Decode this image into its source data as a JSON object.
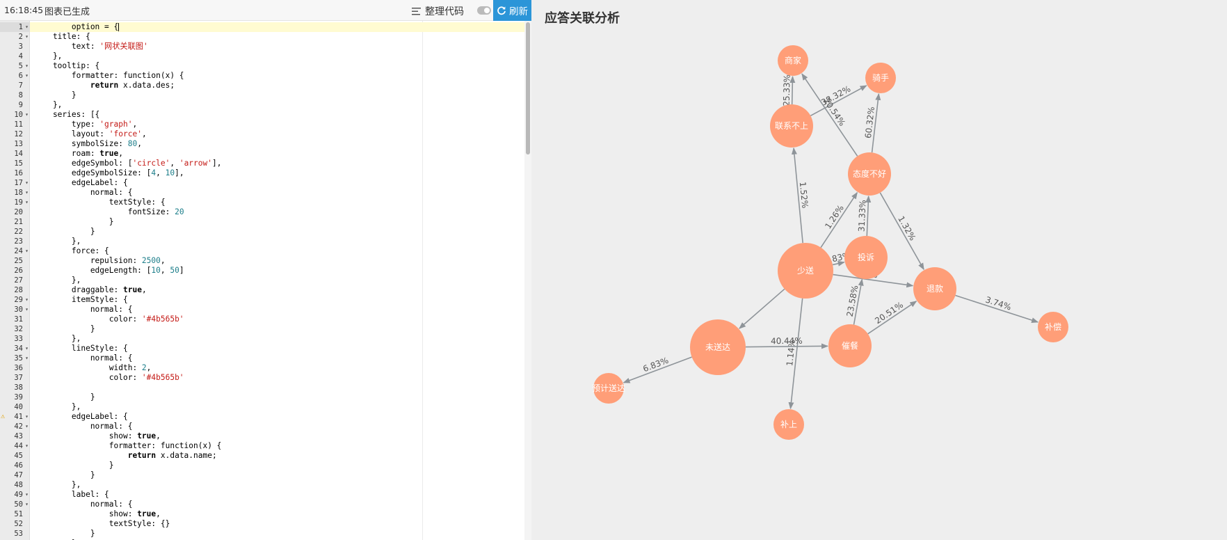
{
  "toolbar": {
    "time": "16:18:45",
    "status": "图表已生成",
    "format_label": "整理代码",
    "refresh_label": "刷新"
  },
  "editor": {
    "lines": [
      [
        {
          "t": "        option = {"
        }
      ],
      [
        {
          "t": "    title: {"
        }
      ],
      [
        {
          "t": "        text: "
        },
        {
          "t": "'网状关联图'",
          "c": "s"
        }
      ],
      [
        {
          "t": "    },"
        }
      ],
      [
        {
          "t": "    tooltip: {"
        }
      ],
      [
        {
          "t": "        formatter: function(x) {"
        }
      ],
      [
        {
          "t": "            "
        },
        {
          "t": "return",
          "c": "k"
        },
        {
          "t": " x.data.des;"
        }
      ],
      [
        {
          "t": "        }"
        }
      ],
      [
        {
          "t": "    },"
        }
      ],
      [
        {
          "t": "    series: [{"
        }
      ],
      [
        {
          "t": "        type: "
        },
        {
          "t": "'graph'",
          "c": "s"
        },
        {
          "t": ","
        }
      ],
      [
        {
          "t": "        layout: "
        },
        {
          "t": "'force'",
          "c": "s"
        },
        {
          "t": ","
        }
      ],
      [
        {
          "t": "        symbolSize: "
        },
        {
          "t": "80",
          "c": "n"
        },
        {
          "t": ","
        }
      ],
      [
        {
          "t": "        roam: "
        },
        {
          "t": "true",
          "c": "k"
        },
        {
          "t": ","
        }
      ],
      [
        {
          "t": "        edgeSymbol: ["
        },
        {
          "t": "'circle'",
          "c": "s"
        },
        {
          "t": ", "
        },
        {
          "t": "'arrow'",
          "c": "s"
        },
        {
          "t": "],"
        }
      ],
      [
        {
          "t": "        edgeSymbolSize: ["
        },
        {
          "t": "4",
          "c": "n"
        },
        {
          "t": ", "
        },
        {
          "t": "10",
          "c": "n"
        },
        {
          "t": "],"
        }
      ],
      [
        {
          "t": "        edgeLabel: {"
        }
      ],
      [
        {
          "t": "            normal: {"
        }
      ],
      [
        {
          "t": "                textStyle: {"
        }
      ],
      [
        {
          "t": "                    fontSize: "
        },
        {
          "t": "20",
          "c": "n"
        }
      ],
      [
        {
          "t": "                }"
        }
      ],
      [
        {
          "t": "            }"
        }
      ],
      [
        {
          "t": "        },"
        }
      ],
      [
        {
          "t": "        force: {"
        }
      ],
      [
        {
          "t": "            repulsion: "
        },
        {
          "t": "2500",
          "c": "n"
        },
        {
          "t": ","
        }
      ],
      [
        {
          "t": "            edgeLength: ["
        },
        {
          "t": "10",
          "c": "n"
        },
        {
          "t": ", "
        },
        {
          "t": "50",
          "c": "n"
        },
        {
          "t": "]"
        }
      ],
      [
        {
          "t": "        },"
        }
      ],
      [
        {
          "t": "        draggable: "
        },
        {
          "t": "true",
          "c": "k"
        },
        {
          "t": ","
        }
      ],
      [
        {
          "t": "        itemStyle: {"
        }
      ],
      [
        {
          "t": "            normal: {"
        }
      ],
      [
        {
          "t": "                color: "
        },
        {
          "t": "'#4b565b'",
          "c": "s"
        }
      ],
      [
        {
          "t": "            }"
        }
      ],
      [
        {
          "t": "        },"
        }
      ],
      [
        {
          "t": "        lineStyle: {"
        }
      ],
      [
        {
          "t": "            normal: {"
        }
      ],
      [
        {
          "t": "                width: "
        },
        {
          "t": "2",
          "c": "n"
        },
        {
          "t": ","
        }
      ],
      [
        {
          "t": "                color: "
        },
        {
          "t": "'#4b565b'",
          "c": "s"
        }
      ],
      [
        {
          "t": ""
        }
      ],
      [
        {
          "t": "            }"
        }
      ],
      [
        {
          "t": "        },"
        }
      ],
      [
        {
          "t": "        edgeLabel: {"
        }
      ],
      [
        {
          "t": "            normal: {"
        }
      ],
      [
        {
          "t": "                show: "
        },
        {
          "t": "true",
          "c": "k"
        },
        {
          "t": ","
        }
      ],
      [
        {
          "t": "                formatter: function(x) {"
        }
      ],
      [
        {
          "t": "                    "
        },
        {
          "t": "return",
          "c": "k"
        },
        {
          "t": " x.data.name;"
        }
      ],
      [
        {
          "t": "                }"
        }
      ],
      [
        {
          "t": "            }"
        }
      ],
      [
        {
          "t": "        },"
        }
      ],
      [
        {
          "t": "        label: {"
        }
      ],
      [
        {
          "t": "            normal: {"
        }
      ],
      [
        {
          "t": "                show: "
        },
        {
          "t": "true",
          "c": "k"
        },
        {
          "t": ","
        }
      ],
      [
        {
          "t": "                textStyle: {}"
        }
      ],
      [
        {
          "t": "            }"
        }
      ],
      [
        {
          "t": "        }"
        }
      ]
    ],
    "fold_lines": [
      1,
      2,
      5,
      6,
      10,
      17,
      18,
      19,
      24,
      29,
      30,
      34,
      35,
      41,
      42,
      44,
      49,
      50
    ],
    "warning_line": 41,
    "active_line": 1
  },
  "chart": {
    "title": "应答关联分析",
    "node_color": "#ff9e78",
    "edge_color": "#8e9499",
    "nodes": [
      {
        "id": "shangjia",
        "label": "商家"
      },
      {
        "id": "qishou",
        "label": "骑手"
      },
      {
        "id": "lianxibushang",
        "label": "联系不上"
      },
      {
        "id": "taidubuhao",
        "label": "态度不好"
      },
      {
        "id": "shaosong",
        "label": "少送"
      },
      {
        "id": "tousu",
        "label": "投诉"
      },
      {
        "id": "tuikuan",
        "label": "退款"
      },
      {
        "id": "buchang",
        "label": "补偿"
      },
      {
        "id": "weisongda",
        "label": "未送达"
      },
      {
        "id": "cuidan",
        "label": "催餐"
      },
      {
        "id": "yujisongda",
        "label": "预计送达"
      },
      {
        "id": "bushang",
        "label": "补上"
      }
    ],
    "edges": [
      {
        "source": "lianxibushang",
        "target": "shangjia",
        "label": "25.33%"
      },
      {
        "source": "lianxibushang",
        "target": "qishou",
        "label": "38.32%"
      },
      {
        "source": "taidubuhao",
        "target": "shangjia",
        "label": "20.54%"
      },
      {
        "source": "taidubuhao",
        "target": "qishou",
        "label": "60.32%"
      },
      {
        "source": "shaosong",
        "target": "lianxibushang",
        "label": "1.52%"
      },
      {
        "source": "shaosong",
        "target": "taidubuhao",
        "label": "1.26%"
      },
      {
        "source": "tousu",
        "target": "taidubuhao",
        "label": "31.33%"
      },
      {
        "source": "taidubuhao",
        "target": "tuikuan",
        "label": "1.32%"
      },
      {
        "source": "shaosong",
        "target": "tousu",
        "label": "4.83%"
      },
      {
        "source": "shaosong",
        "target": "tuikuan",
        "label": "%"
      },
      {
        "source": "shaosong",
        "target": "weisongda",
        "label": ""
      },
      {
        "source": "shaosong",
        "target": "bushang",
        "label": "1.14%"
      },
      {
        "source": "weisongda",
        "target": "cuidan",
        "label": "40.44%"
      },
      {
        "source": "weisongda",
        "target": "yujisongda",
        "label": "6.83%"
      },
      {
        "source": "cuidan",
        "target": "tousu",
        "label": "23.58%"
      },
      {
        "source": "cuidan",
        "target": "tuikuan",
        "label": "20.51%"
      },
      {
        "source": "tuikuan",
        "target": "buchang",
        "label": "3.74%"
      }
    ]
  }
}
